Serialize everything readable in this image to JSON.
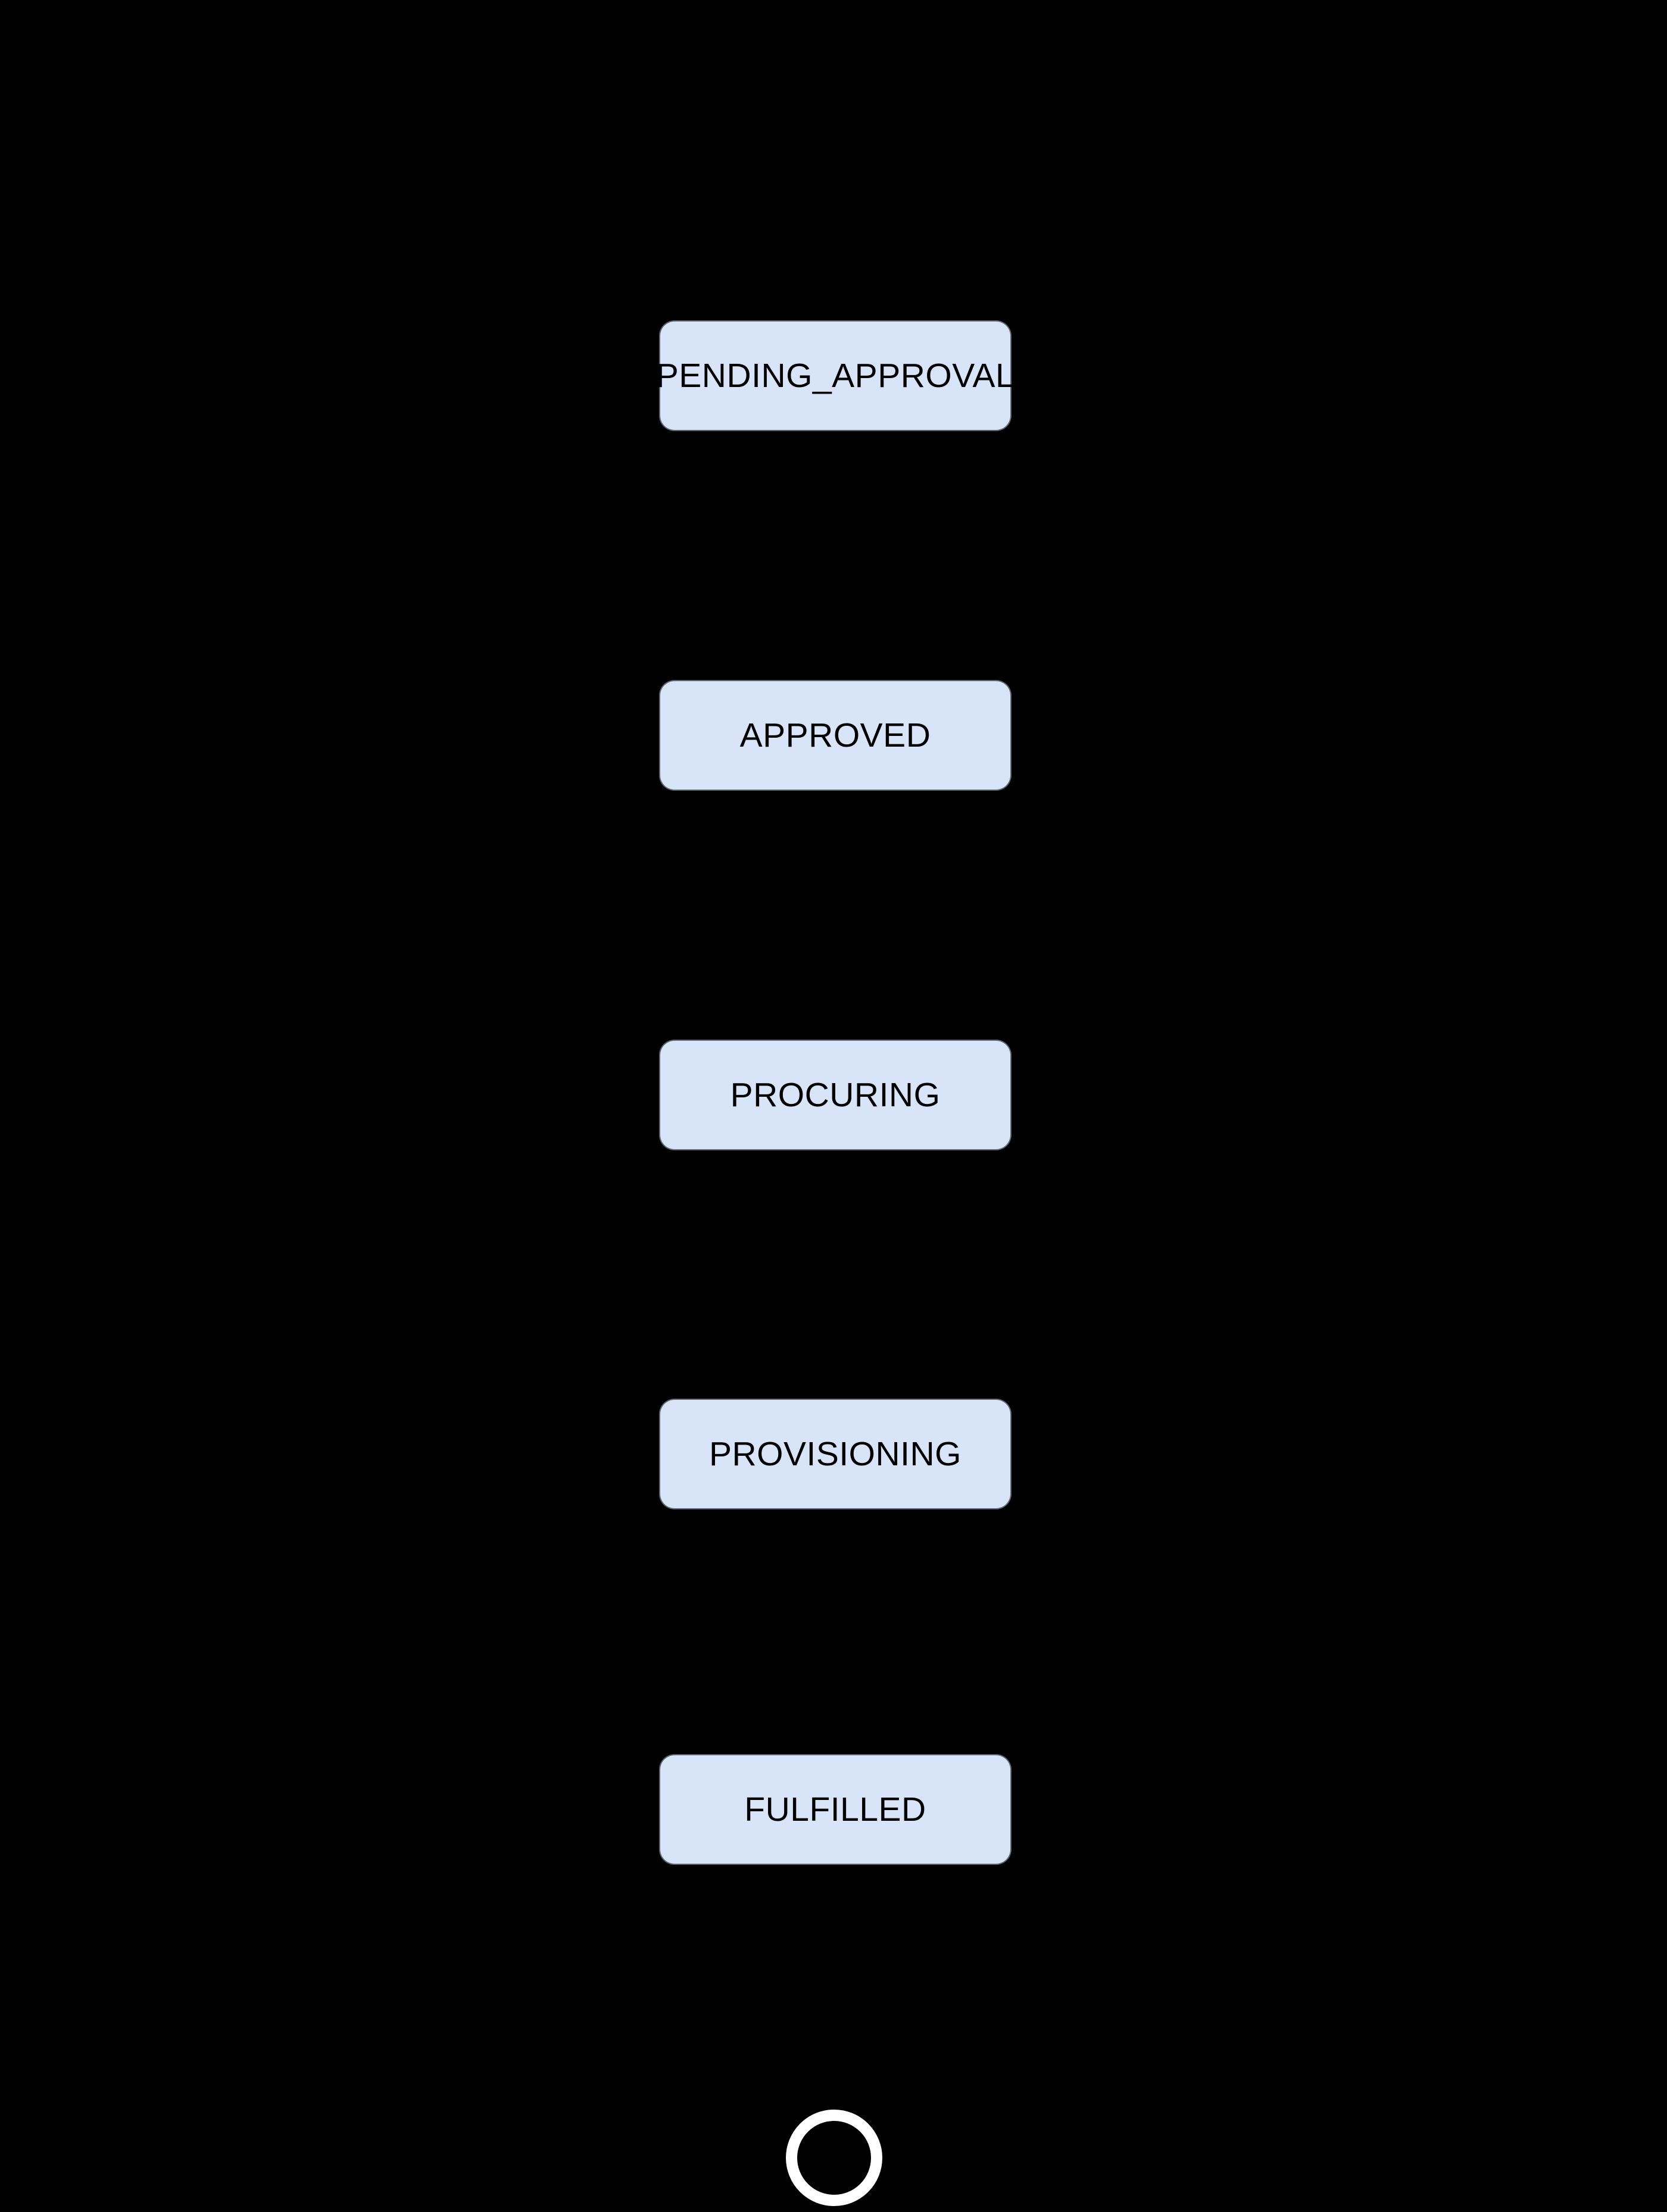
{
  "diagram": {
    "type": "state-machine-flow",
    "orientation": "vertical",
    "colors": {
      "background": "#000000",
      "node_fill": "#d8e5f8",
      "node_text": "#000000",
      "final_ring": "#ffffff"
    },
    "states": [
      {
        "id": "pending_approval",
        "label": "PENDING_APPROVAL"
      },
      {
        "id": "approved",
        "label": "APPROVED"
      },
      {
        "id": "procuring",
        "label": "PROCURING"
      },
      {
        "id": "provisioning",
        "label": "PROVISIONING"
      },
      {
        "id": "fulfilled",
        "label": "FULFILLED"
      }
    ],
    "end_state": {
      "id": "end",
      "shape": "final-state-circle"
    }
  }
}
